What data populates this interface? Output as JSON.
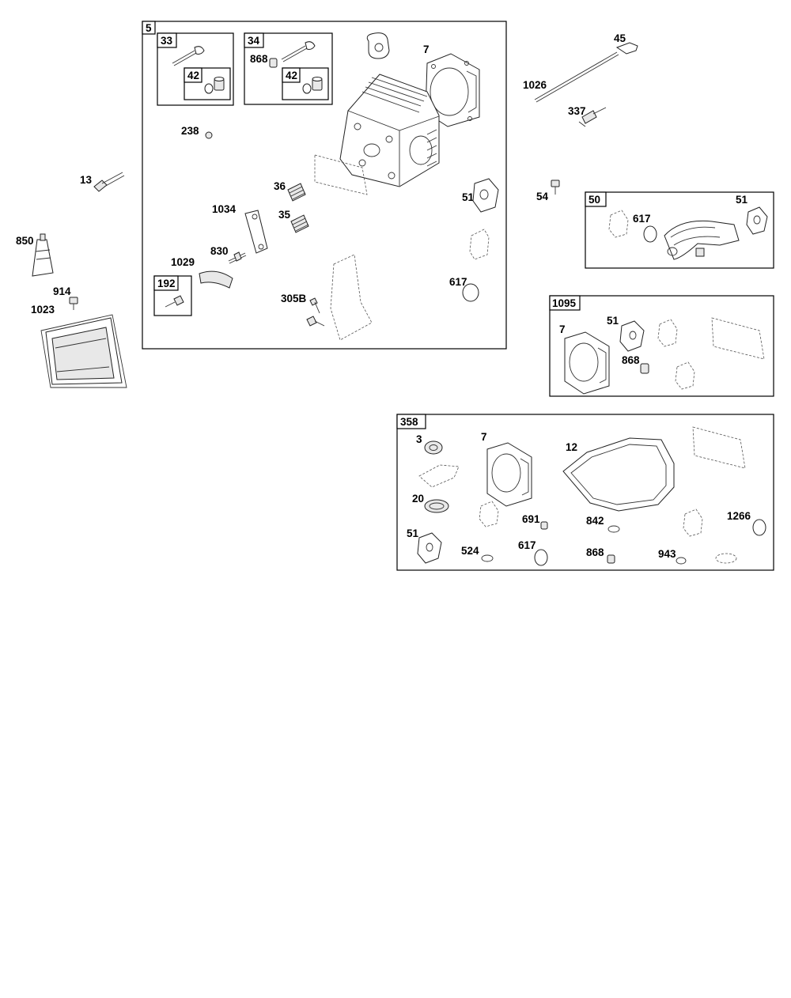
{
  "assemblies": {
    "a5": "5",
    "a33": "33",
    "a42a": "42",
    "a34": "34",
    "a42b": "42",
    "a192": "192",
    "a50": "50",
    "a1095": "1095",
    "a358": "358"
  },
  "callouts": {
    "c868a": "868",
    "c238": "238",
    "c7a": "7",
    "c13": "13",
    "c36": "36",
    "c1034": "1034",
    "c35": "35",
    "c51a": "51",
    "c850": "850",
    "c830": "830",
    "c1029": "1029",
    "c914": "914",
    "c1023": "1023",
    "c305b": "305B",
    "c617a": "617",
    "c45": "45",
    "c1026": "1026",
    "c337": "337",
    "c54": "54",
    "c617b": "617",
    "c51b": "51",
    "c7b": "7",
    "c51c": "51",
    "c868b": "868",
    "c3": "3",
    "c7c": "7",
    "c12": "12",
    "c20": "20",
    "c691": "691",
    "c842": "842",
    "c1266": "1266",
    "c51d": "51",
    "c524": "524",
    "c617c": "617",
    "c868c": "868",
    "c943": "943"
  },
  "icons": {
    "valve": "valve-icon",
    "seal": "valve-seal-icon",
    "spring": "valve-spring-icon",
    "gasket": "gasket-icon",
    "head": "cylinder-head-icon",
    "cover": "valve-cover-icon",
    "tube": "sealant-tube-icon",
    "bolt": "bolt-icon",
    "oring": "o-ring-icon",
    "pushrod": "pushrod-icon",
    "plug": "spark-plug-icon",
    "manifold": "intake-manifold-icon"
  }
}
